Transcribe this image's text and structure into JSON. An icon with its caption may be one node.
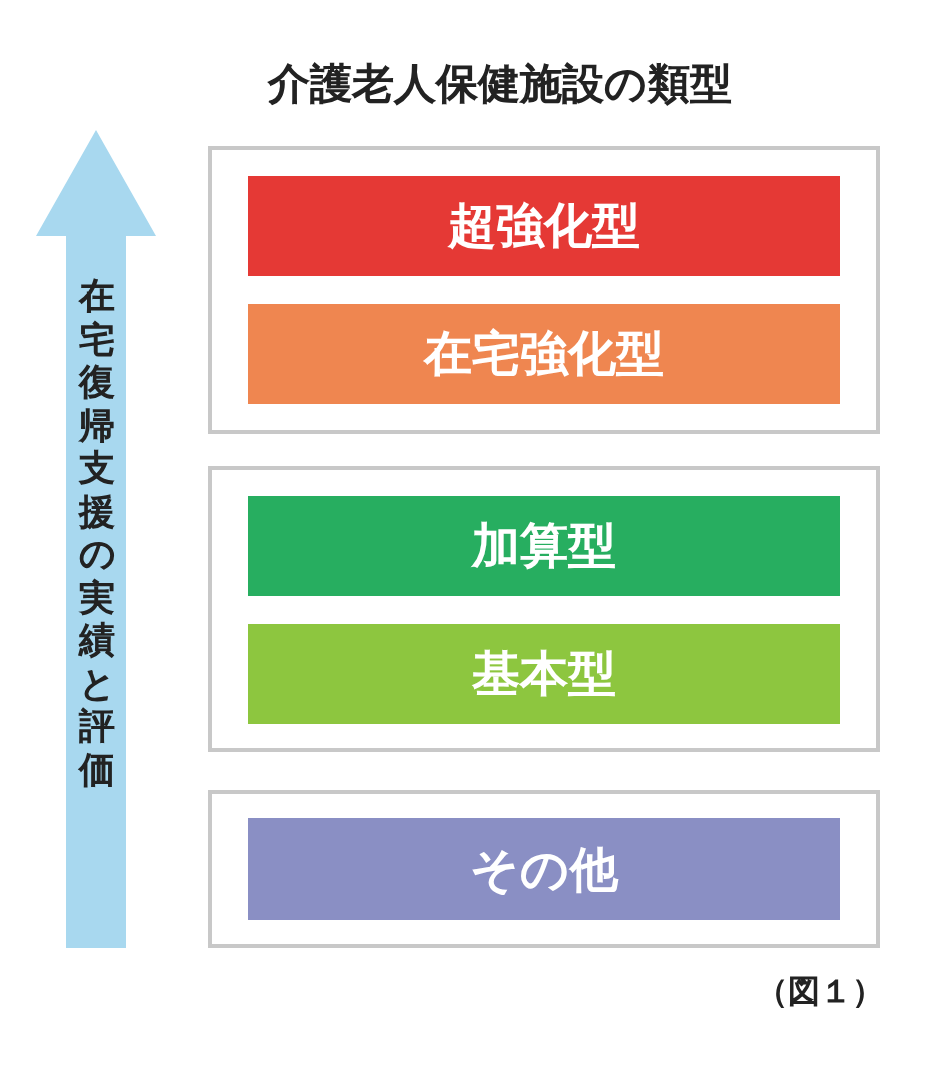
{
  "diagram": {
    "title": "介護老人保健施設の類型",
    "caption": "（図１）",
    "nodes": [
      {
        "text": [
          "在宅復帰支援の実績と評価"
        ]
      },
      {
        "text": [],
        "shape": "box"
      },
      {
        "text": [
          "超強化型"
        ],
        "in": 1
      },
      {
        "text": [
          "在宅強化型"
        ],
        "in": 1
      },
      {
        "text": [],
        "shape": "box"
      },
      {
        "text": [
          "加算型"
        ],
        "in": 4
      },
      {
        "text": [
          "基本型"
        ],
        "in": 4
      },
      {
        "text": [],
        "shape": "box"
      },
      {
        "text": [
          "その他"
        ],
        "in": 7
      }
    ]
  }
}
